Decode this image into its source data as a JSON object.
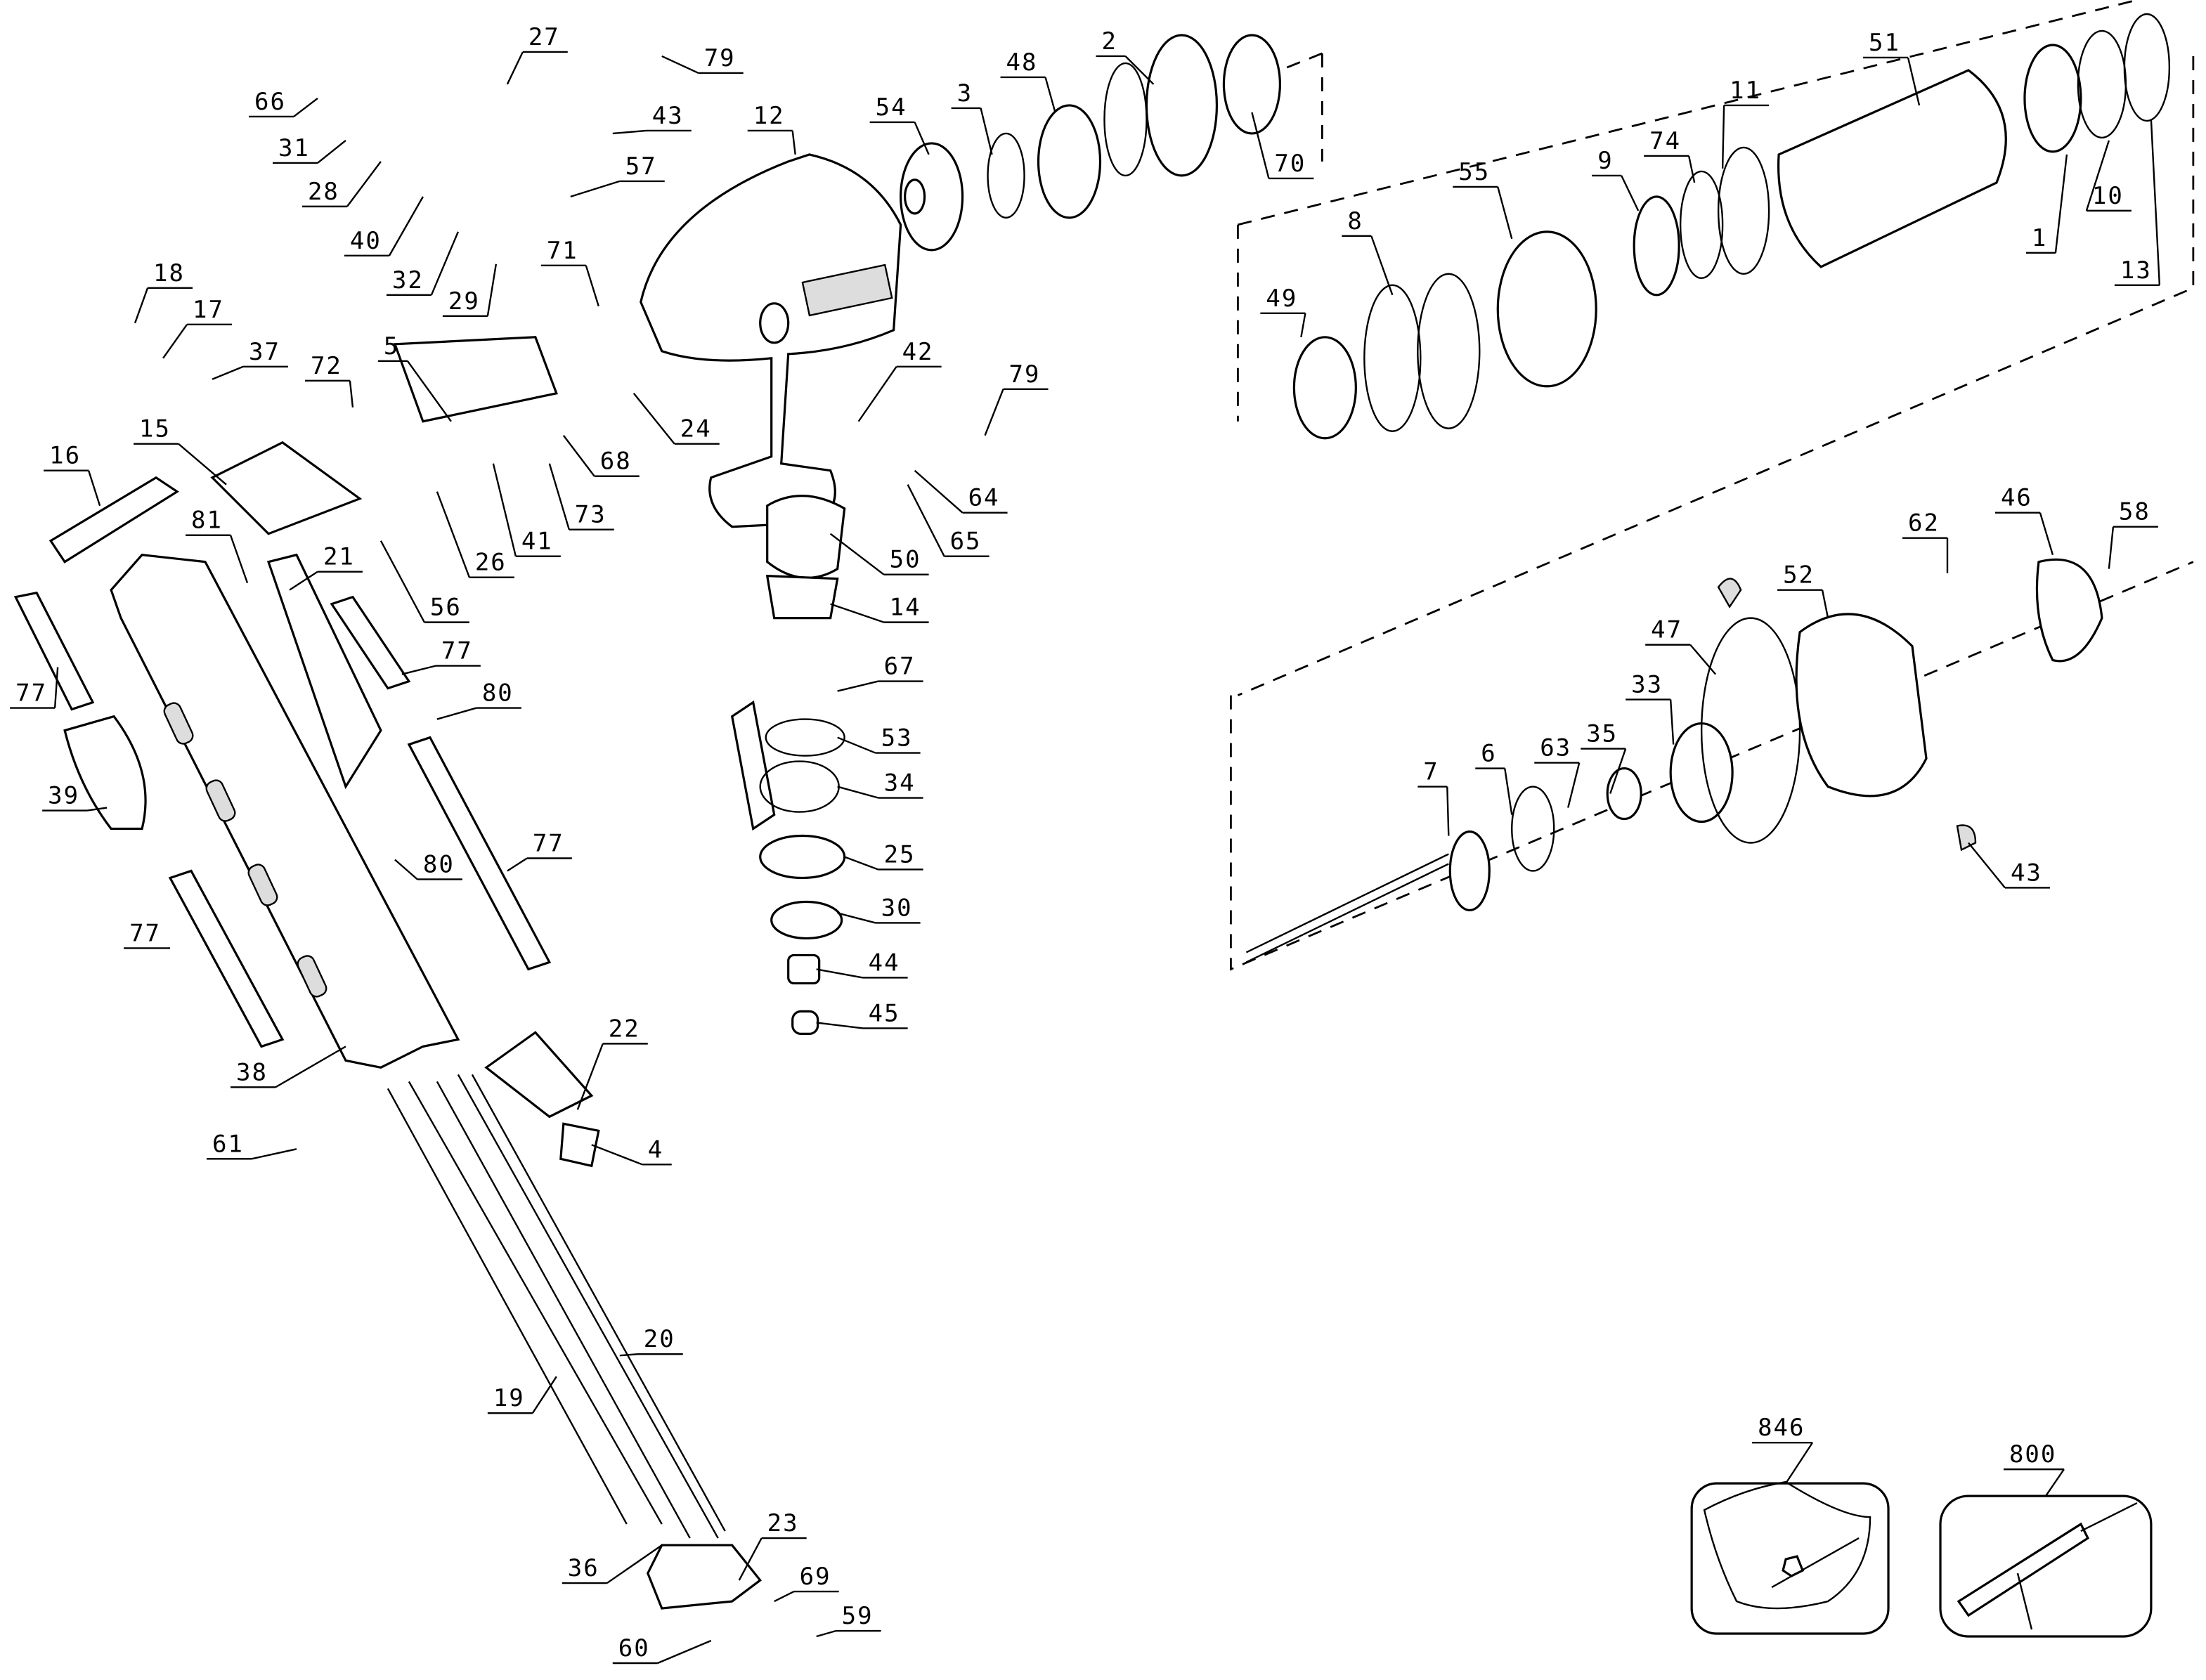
{
  "diagram": {
    "type": "exploded-parts-diagram",
    "callouts": [
      "27",
      "79",
      "66",
      "43",
      "12",
      "54",
      "3",
      "48",
      "2",
      "70",
      "31",
      "28",
      "57",
      "40",
      "32",
      "29",
      "71",
      "18",
      "17",
      "37",
      "72",
      "5",
      "42",
      "79",
      "24",
      "15",
      "16",
      "68",
      "64",
      "81",
      "41",
      "73",
      "65",
      "21",
      "26",
      "50",
      "56",
      "14",
      "77",
      "77",
      "80",
      "67",
      "53",
      "34",
      "39",
      "80",
      "77",
      "25",
      "30",
      "77",
      "44",
      "45",
      "22",
      "38",
      "61",
      "4",
      "20",
      "19",
      "23",
      "36",
      "69",
      "60",
      "59",
      "51",
      "11",
      "74",
      "9",
      "55",
      "8",
      "49",
      "1",
      "10",
      "13",
      "62",
      "46",
      "58",
      "52",
      "47",
      "33",
      "35",
      "63",
      "6",
      "7",
      "43",
      "846",
      "800"
    ]
  }
}
